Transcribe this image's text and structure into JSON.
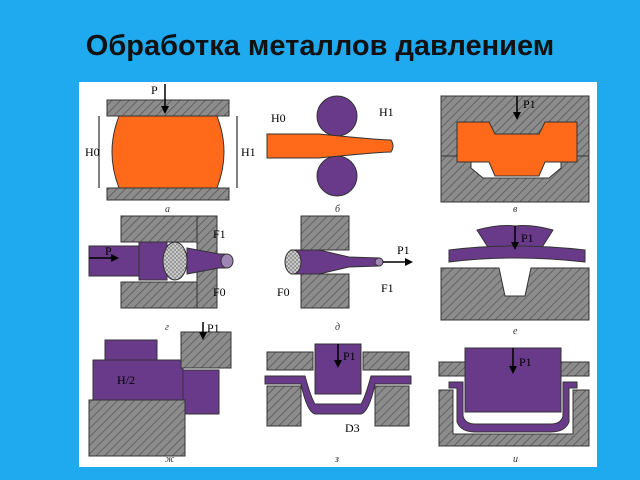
{
  "title": "Обработка металлов давлением",
  "panels": {
    "a": {
      "caption": "а",
      "force": "P",
      "h0": "H0",
      "h1": "H1"
    },
    "b": {
      "caption": "б",
      "h0": "H0",
      "h1": "H1"
    },
    "v": {
      "caption": "в",
      "force": "P1"
    },
    "g": {
      "caption": "г",
      "force": "P",
      "f1": "F1",
      "f0": "F0"
    },
    "d": {
      "caption": "д",
      "force": "P1",
      "f0": "F0",
      "f1": "F1"
    },
    "e": {
      "caption": "е",
      "force": "P1"
    },
    "zh": {
      "caption": "ж",
      "force": "P1",
      "half": "H/2"
    },
    "z": {
      "caption": "з",
      "force": "P1",
      "d3": "D3"
    },
    "i": {
      "caption": "и",
      "force": "P1"
    }
  },
  "colors": {
    "background": "#1fa9ef",
    "workpiece_orange": "#ff6a1a",
    "workpiece_purple": "#6a3a8a",
    "tool_gray": "#8a8a8a"
  }
}
